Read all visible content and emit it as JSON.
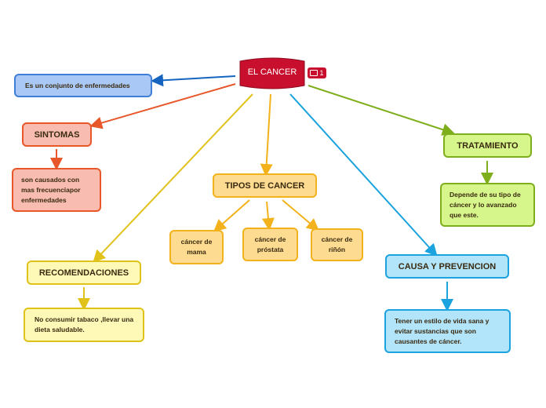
{
  "center": {
    "label": "EL CANCER",
    "comment_count": "1",
    "color": "#c8102e"
  },
  "nodes": {
    "def": "Es un conjunto de enfermedades",
    "sintomas": "SINTOMAS",
    "sintomas_desc": "son causados con mas frecuenciapor enfermedades",
    "tipos": "TIPOS DE CANCER",
    "mama": "cáncer de mama",
    "prostata": "cáncer de próstata",
    "rinon": "cáncer de riñón",
    "recomendaciones": "RECOMENDACIONES",
    "recomendaciones_desc": "No consumir tabaco ,llevar una dieta saludable.",
    "causa": "CAUSA Y PREVENCION",
    "causa_desc": "Tener un estilo  de vida sana y evitar sustancias que son causantes de cáncer.",
    "tratamiento": "TRATAMIENTO",
    "tratamiento_desc": "Depende de su tipo de cáncer y lo avanzado que este."
  },
  "colors": {
    "blue": "#1565c0",
    "orange": "#e8572a",
    "yellow": "#e0c21a",
    "amber": "#f3b21b",
    "cyan": "#1aa3de",
    "green": "#7fae1c"
  },
  "icons": {
    "comment": "comment-icon"
  }
}
